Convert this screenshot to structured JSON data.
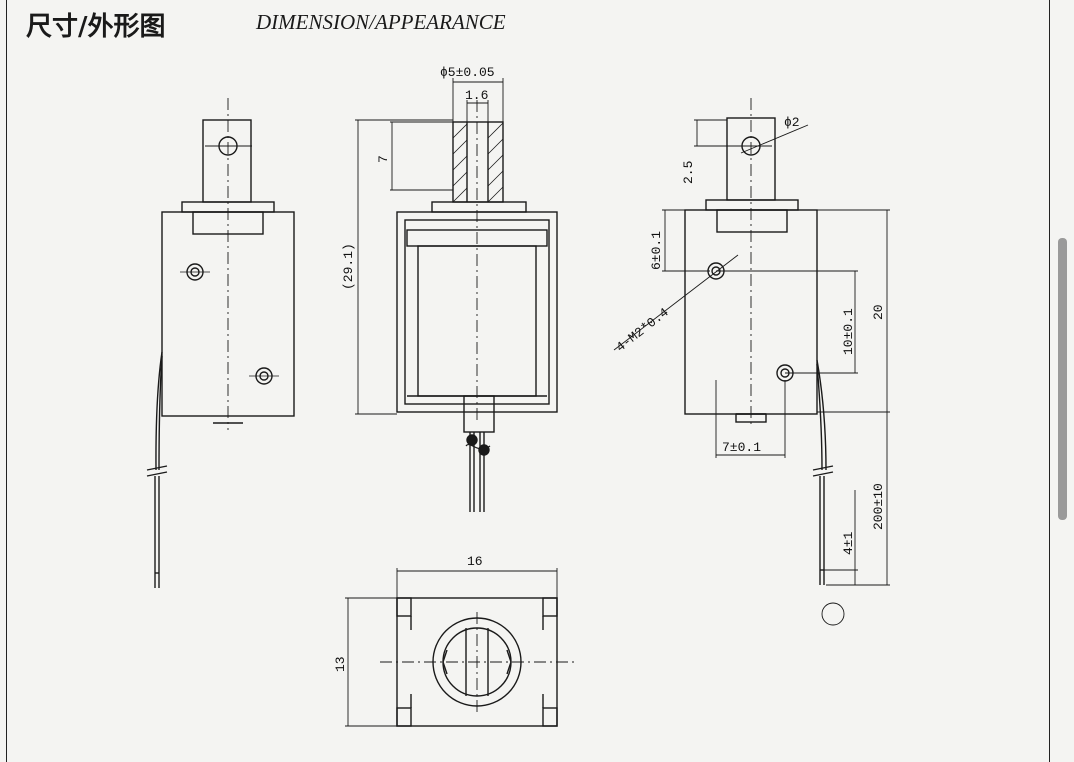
{
  "header": {
    "title_cn": "尺寸/外形图",
    "title_en": "DIMENSION/APPEARANCE"
  },
  "dimensions": {
    "plunger_diameter": "ϕ5±0.05",
    "slot_width": "1.6",
    "plunger_length": "7",
    "overall_height": "(29.1)",
    "hole_diameter": "ϕ2",
    "hole_offset": "2.5",
    "top_hole_offset": "6±0.1",
    "hole_spacing_v": "10±0.1",
    "body_height": "20",
    "thread_spec": "4-M2*0.4",
    "hole_spacing_h": "7±0.1",
    "lead_length": "200±10",
    "strip_length": "4±1",
    "width": "16",
    "depth": "13"
  }
}
